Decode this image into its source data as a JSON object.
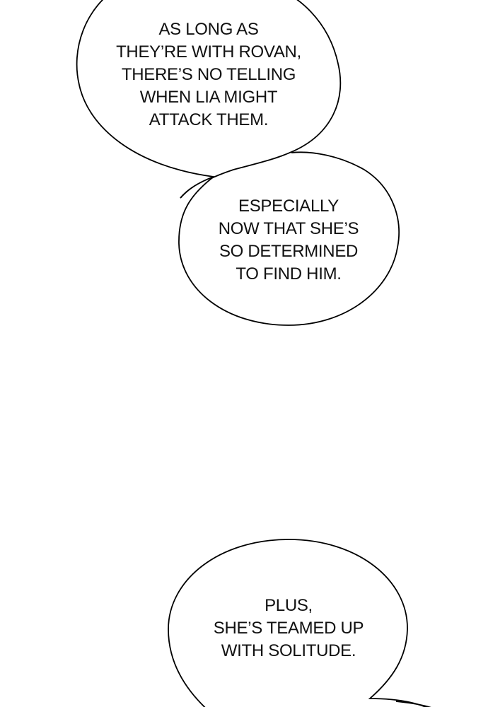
{
  "colors": {
    "background": "#ffffff",
    "bubble_stroke": "#000000",
    "text": "#111111"
  },
  "bubbles": [
    {
      "lines": [
        "AS LONG AS",
        "THEY’RE WITH ROVAN,",
        "THERE’S NO TELLING",
        "WHEN LIA MIGHT",
        "ATTACK THEM."
      ]
    },
    {
      "lines": [
        "ESPECIALLY",
        "NOW THAT SHE’S",
        "SO DETERMINED",
        "TO FIND HIM."
      ]
    },
    {
      "lines": [
        "PLUS,",
        "SHE’S TEAMED UP",
        "WITH SOLITUDE."
      ]
    }
  ]
}
